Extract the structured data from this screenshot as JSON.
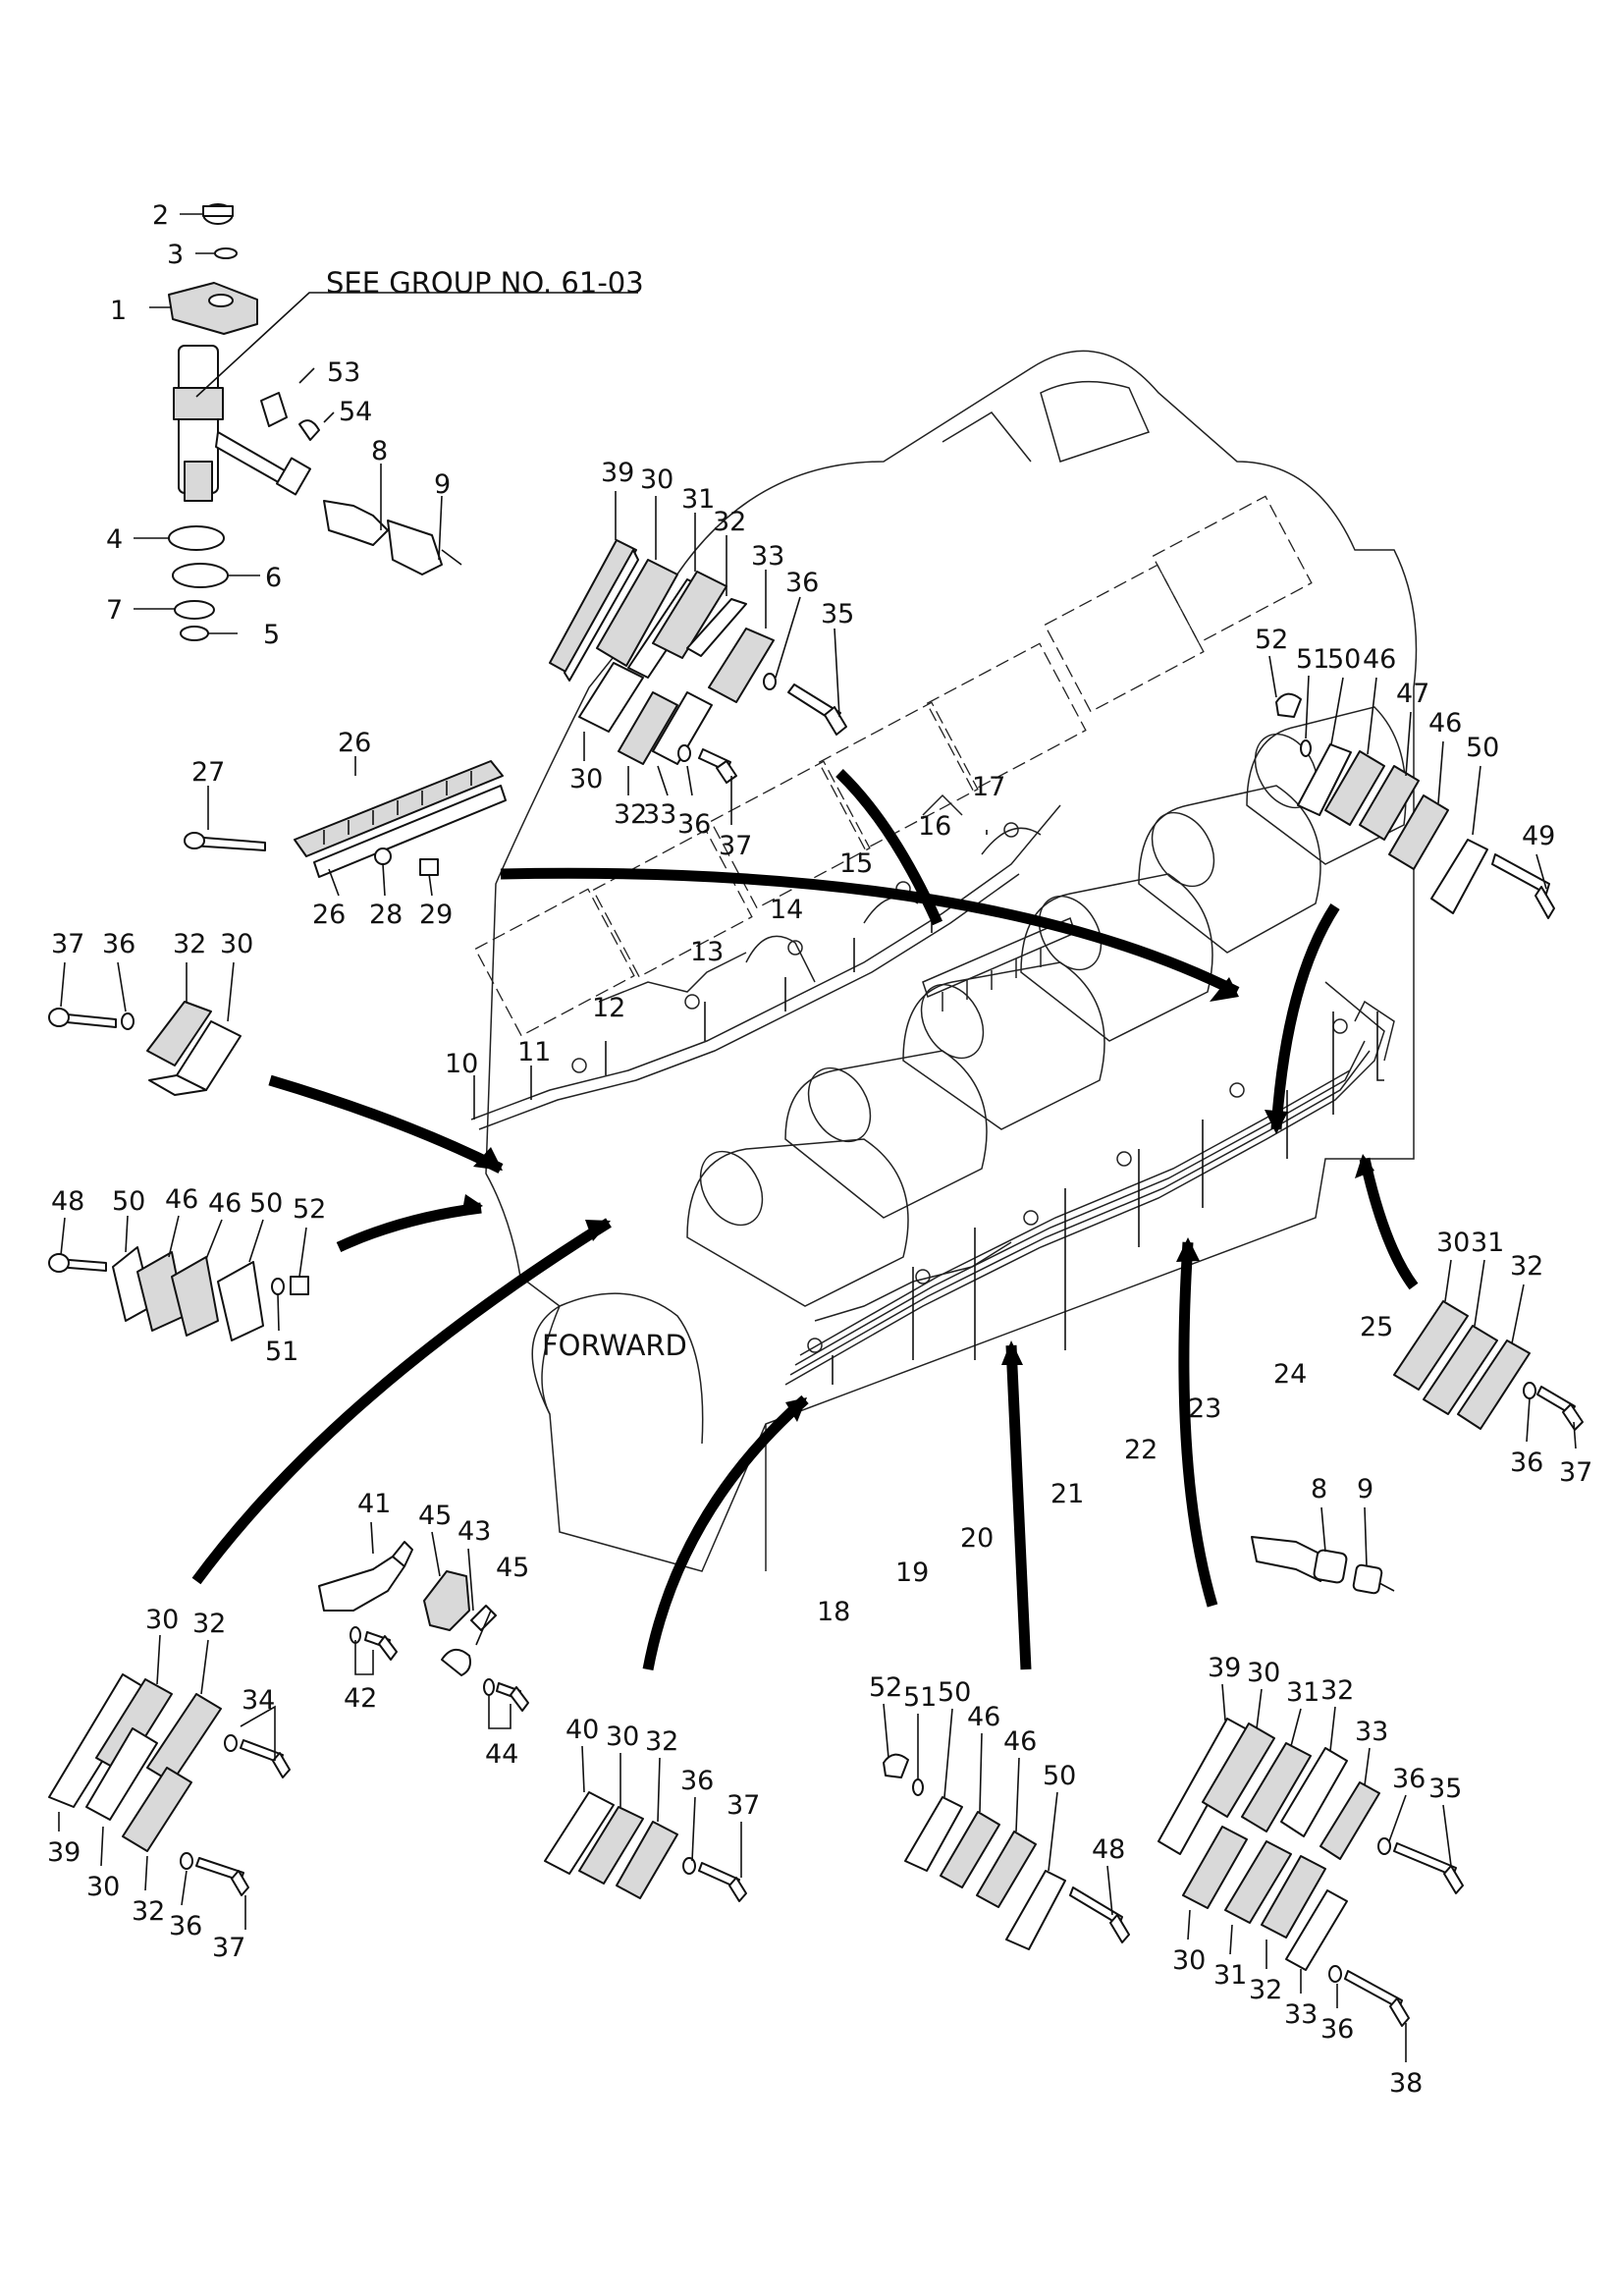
{
  "reference_note": "SEE GROUP NO. 61-03",
  "direction_label": "FORWARD",
  "callouts": {
    "injector": [
      "1",
      "2",
      "3",
      "4",
      "5",
      "6",
      "7",
      "8",
      "9",
      "53",
      "54"
    ],
    "bar_clip": [
      "26",
      "27",
      "28",
      "29",
      "26"
    ],
    "engine_pipes": [
      "10",
      "11",
      "12",
      "13",
      "14",
      "15",
      "16",
      "17",
      "18",
      "19",
      "20",
      "21",
      "22",
      "23",
      "24",
      "25"
    ],
    "clamp_top": [
      "39",
      "30",
      "31",
      "32",
      "33",
      "36",
      "35",
      "30",
      "32",
      "33",
      "36",
      "37"
    ],
    "clamp_right": [
      "52",
      "51",
      "50",
      "46",
      "47",
      "46",
      "50",
      "49"
    ],
    "clamp_left_a": [
      "37",
      "36",
      "32",
      "30"
    ],
    "clamp_left_b": [
      "48",
      "50",
      "46",
      "46",
      "50",
      "52",
      "51"
    ],
    "clamp_right_b": [
      "30",
      "31",
      "32",
      "36",
      "37"
    ],
    "pipe_right": [
      "8",
      "9"
    ],
    "bracket": [
      "41",
      "45",
      "43",
      "45",
      "42",
      "44"
    ],
    "clamp_bottom_left": [
      "30",
      "32",
      "34",
      "39",
      "30",
      "32",
      "36",
      "37"
    ],
    "clamp_bottom_mid": [
      "40",
      "30",
      "32",
      "36",
      "37"
    ],
    "clamp_bottom_center": [
      "52",
      "51",
      "50",
      "46",
      "46",
      "50",
      "48"
    ],
    "clamp_bottom_right": [
      "39",
      "30",
      "31",
      "32",
      "33",
      "36",
      "35",
      "30",
      "31",
      "32",
      "33",
      "36",
      "38"
    ]
  }
}
